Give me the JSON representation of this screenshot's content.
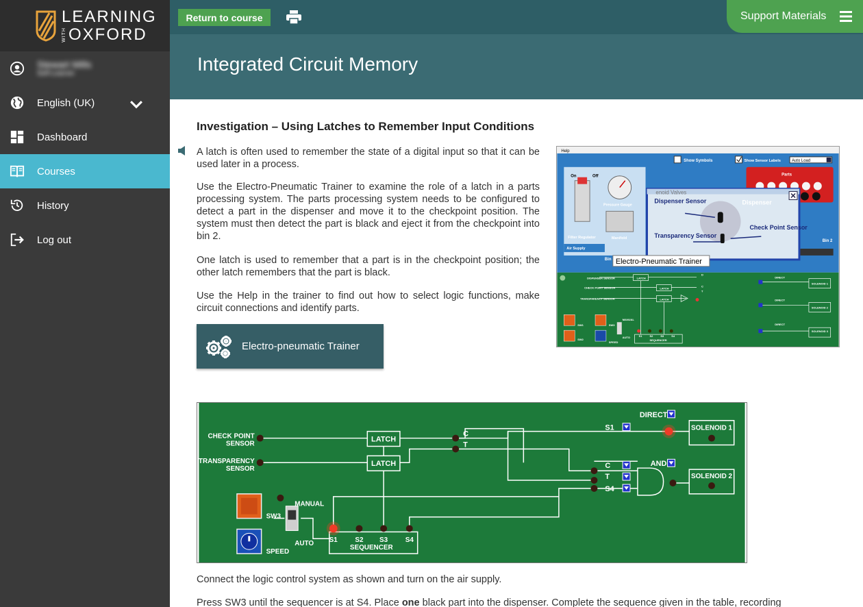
{
  "brand": {
    "line1": "LEARNING",
    "with": "WITH",
    "line2": "OXFORD"
  },
  "user": {
    "name": "Stewart Mills",
    "role": "Self-Learner"
  },
  "language": {
    "selected": "English (UK)"
  },
  "nav": {
    "dashboard": "Dashboard",
    "courses": "Courses",
    "history": "History",
    "logout": "Log out"
  },
  "topbar": {
    "return_label": "Return to course",
    "support_label": "Support Materials"
  },
  "page": {
    "title": "Integrated Circuit Memory",
    "subtitle": "Investigation – Using Latches to Remember Input Conditions",
    "p1": "A latch is often used to remember the state of a digital input so that it can be used later in a process.",
    "p2": "Use the Electro-Pneumatic Trainer to examine the role of a latch in a parts processing system. The parts processing system needs to be configured to detect a part in the dispenser and move it to the checkpoint position. The system must then detect the part is black and eject it from the checkpoint into bin 2.",
    "p3": "One latch is used to remember that a part is in the checkpoint position; the other latch remembers that the part is black.",
    "p4": "Use the Help in the trainer to find out how to select logic functions, make circuit connections and identify parts.",
    "trainer_button": "Electro-pneumatic Trainer",
    "p5": "Connect the logic control system as shown and turn on the air supply.",
    "p6_a": "Press SW3 until the sequencer is at S4. Place ",
    "p6_b": "one",
    "p6_c": " black part into the dispenser. Complete the sequence given in the table, recording"
  },
  "sim_thumb": {
    "help": "Help",
    "show_symbols": "Show Symbols",
    "show_sensor_labels": "Show Sensor Labels",
    "auto_load": "Auto Load",
    "on": "On",
    "off": "Off",
    "pressure_gauge": "Pressure Gauge",
    "filter_regulator": "Filter Regulator",
    "manifold": "Manifold",
    "air_supply": "Air Supply",
    "parts": "Parts",
    "bin2": "Bin 2",
    "bin": "Bin",
    "popup_header": "enoid Valves",
    "dispenser_sensor": "Dispenser Sensor",
    "dispenser": "Dispenser",
    "checkpoint_sensor": "Check Point Sensor",
    "transparency_sensor": "Transparency Sensor",
    "tooltip": "Electro-Pneumatic Trainer",
    "mini_labels": [
      "DISPENSER SENSOR",
      "CHECK POINT SENSOR",
      "TRANSPARENCY SENSOR",
      "LATCH",
      "LATCH",
      "LATCH",
      "DIRECT",
      "DIRECT",
      "DIRECT",
      "SOLENOID 1",
      "SOLENOID 2",
      "SOLENOID 3",
      "SW1",
      "SW2",
      "SW3",
      "MANUAL",
      "AUTO",
      "SPEED",
      "SEQUENCER",
      "D",
      "C",
      "T",
      "S1",
      "S2",
      "S3",
      "S4"
    ]
  },
  "circuit": {
    "checkpoint_sensor_1": "CHECK POINT",
    "checkpoint_sensor_2": "SENSOR",
    "transparency_sensor_1": "TRANSPARENCY",
    "transparency_sensor_2": "SENSOR",
    "latch1": "LATCH",
    "latch2": "LATCH",
    "c1": "C",
    "t1": "T",
    "direct": "DIRECT",
    "s1": "S1",
    "solenoid1": "SOLENOID 1",
    "c2": "C",
    "t2": "T",
    "s4": "S4",
    "and": "AND",
    "solenoid2": "SOLENOID 2",
    "sw3": "SW3",
    "manual": "MANUAL",
    "auto": "AUTO",
    "speed": "SPEED",
    "seq_s1": "S1",
    "seq_s2": "S2",
    "seq_s3": "S3",
    "seq_s4": "S4",
    "sequencer": "SEQUENCER"
  }
}
